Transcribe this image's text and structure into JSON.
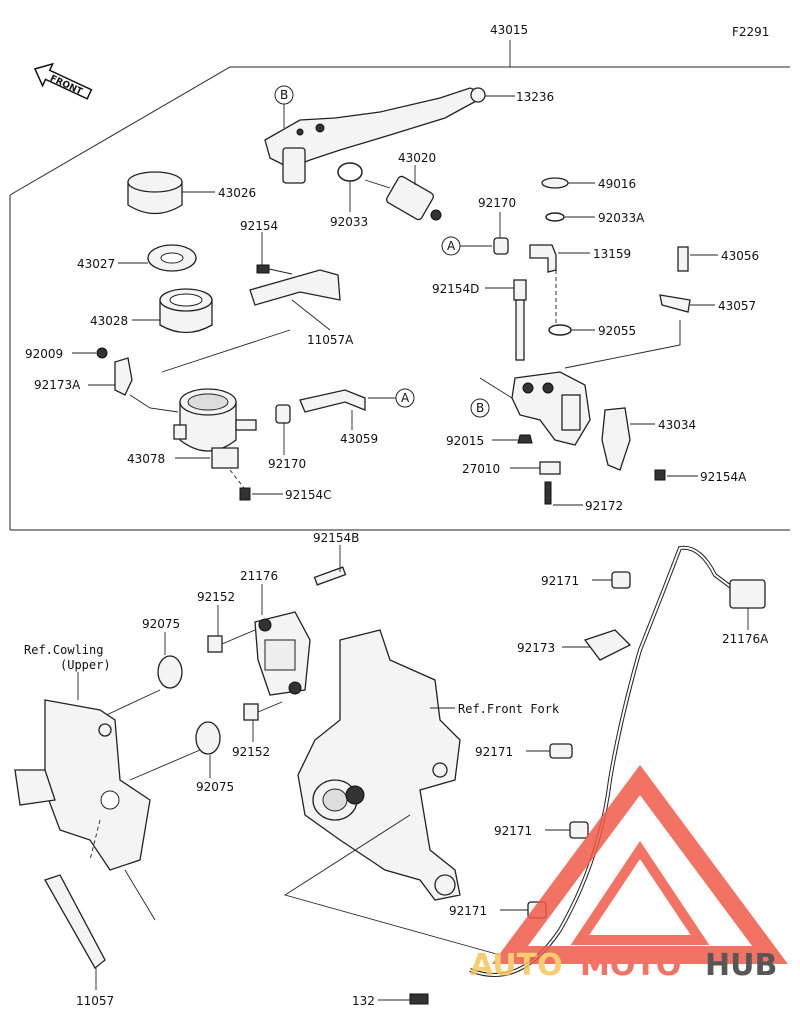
{
  "figure_code": "F2291",
  "front_label": "FRONT",
  "callouts": {
    "c43015": "43015",
    "c13236": "13236",
    "c43020": "43020",
    "c43026": "43026",
    "c92154": "92154",
    "c43027": "43027",
    "c43028": "43028",
    "c92009": "92009",
    "c92173A": "92173A",
    "c11057A": "11057A",
    "c92033": "92033",
    "c49016": "49016",
    "c92033A": "92033A",
    "c92170a": "92170",
    "c13159": "13159",
    "c43056": "43056",
    "c92154D": "92154D",
    "c43057": "43057",
    "c92055": "92055",
    "c43059": "43059",
    "c92170b": "92170",
    "c43078": "43078",
    "c92154C": "92154C",
    "c43034": "43034",
    "c92015": "92015",
    "c27010": "27010",
    "c92154A": "92154A",
    "c92172": "92172",
    "c92154B": "92154B",
    "c21176": "21176",
    "c92152a": "92152",
    "c92075a": "92075",
    "c92152b": "92152",
    "c92075b": "92075",
    "c11057": "11057",
    "c92171a": "92171",
    "c21176A": "21176A",
    "c92173": "92173",
    "c92171b": "92171",
    "c92171c": "92171",
    "c92171d": "92171",
    "c132": "132"
  },
  "refs": {
    "cowling_line1": "Ref.Cowling",
    "cowling_line2": "(Upper)",
    "fork": "Ref.Front Fork"
  },
  "connectors": {
    "A_top": "A",
    "A_hose": "A",
    "B_lever": "B",
    "B_bracket": "B"
  },
  "watermark": {
    "part1": "AUTO",
    "part2": "MOTO",
    "part3": "HUB",
    "color_accent": "#f05a4a",
    "color_dark": "#3a3a3a",
    "color_light": "#f6c55a"
  }
}
